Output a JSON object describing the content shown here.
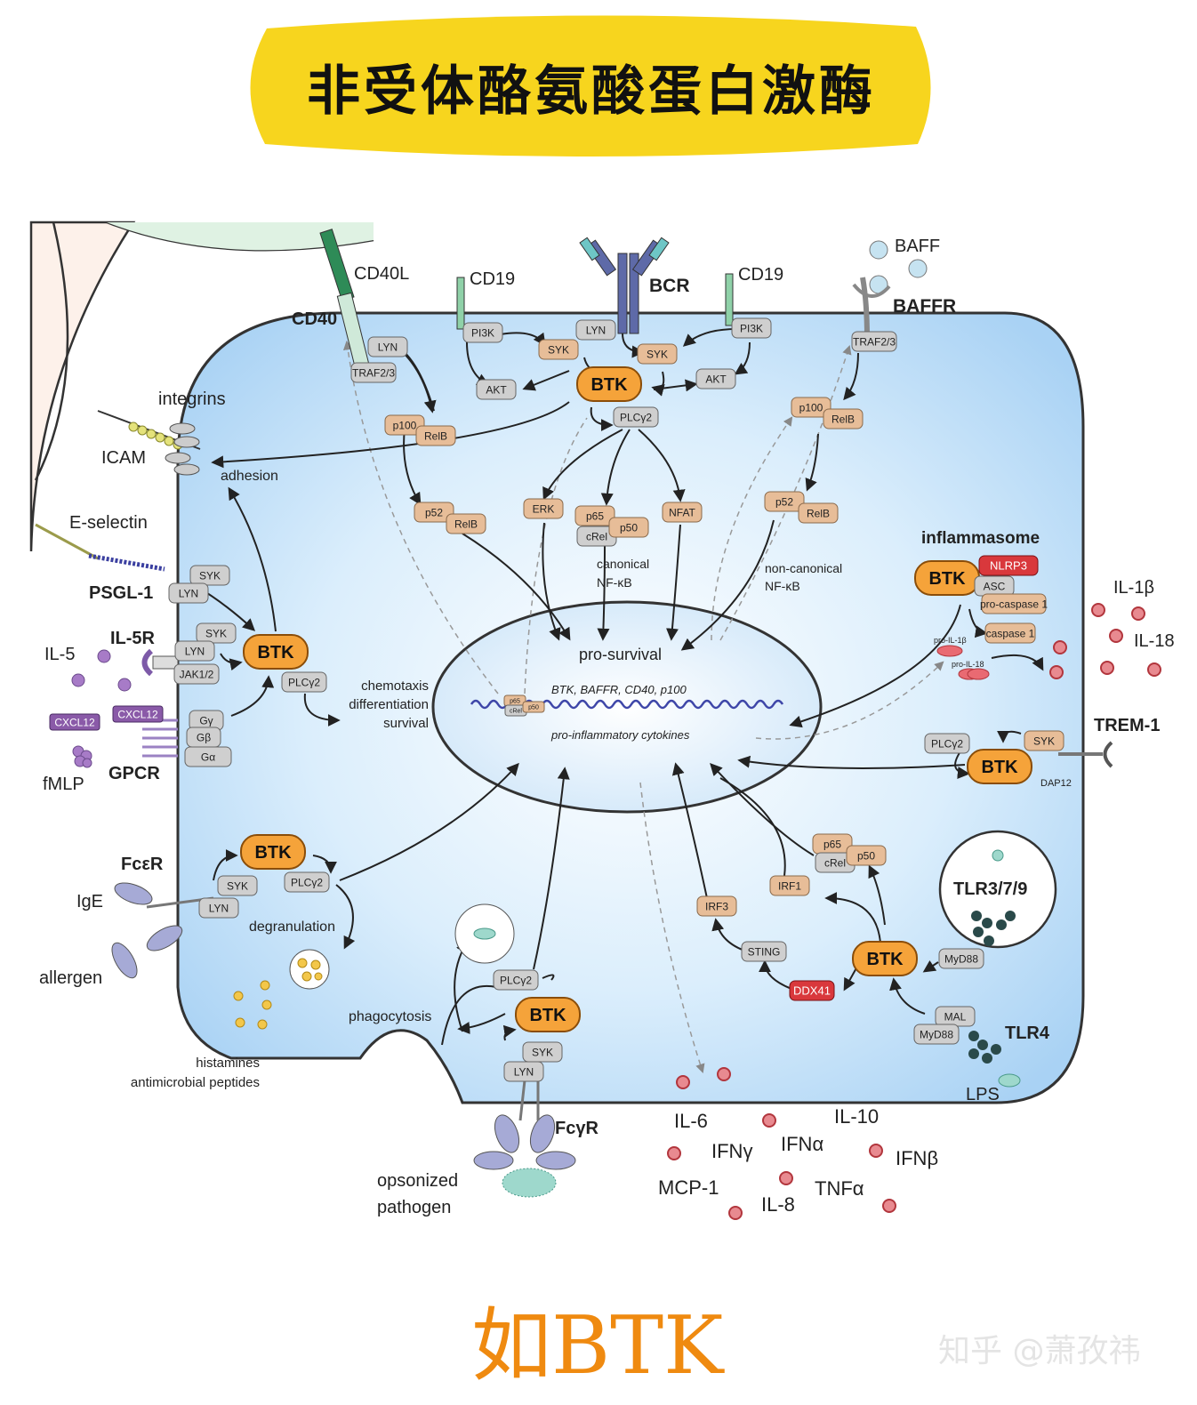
{
  "title": "非受体酪氨酸蛋白激酶",
  "footer_text": "如BTK",
  "watermark": "知乎 @萧孜祎",
  "colors": {
    "banner": "#f7d51e",
    "cell": "#b9dcf7",
    "btk": "#f5a33a",
    "protein": "#e7bd98",
    "kinase_gray": "#cfcfcf",
    "red_protein": "#d9383c",
    "cytokine": "#d9484e",
    "nucleus": "#e9f4fd"
  },
  "labels": {
    "cd40l": "CD40L",
    "cd40": "CD40",
    "cd19_left": "CD19",
    "cd19_right": "CD19",
    "bcr": "BCR",
    "baff": "BAFF",
    "baffr": "BAFFR",
    "integrins": "integrins",
    "icam": "ICAM",
    "adhesion": "adhesion",
    "e_selectin": "E-selectin",
    "psgl1": "PSGL-1",
    "il5r": "IL-5R",
    "il5": "IL-5",
    "cxcl12_out": "CXCL12",
    "cxcl12_in": "CXCL12",
    "fmlp": "fMLP",
    "gpcr": "GPCR",
    "fcer": "FcεR",
    "ige": "IgE",
    "allergen": "allergen",
    "degranulation": "degranulation",
    "histamines": "histamines",
    "antimicrobial": "antimicrobial peptides",
    "phagocytosis": "phagocytosis",
    "fcgr": "FcγR",
    "opsonized1": "opsonized",
    "opsonized2": "pathogen",
    "chemo1": "chemotaxis",
    "chemo2": "differentiation",
    "chemo3": "survival",
    "canonical1": "canonical",
    "canonical2": "NF-κB",
    "noncanonical1": "non-canonical",
    "noncanonical2": "NF-κB",
    "prosurvival": "pro-survival",
    "genes1": "BTK, BAFFR, CD40, p100",
    "genes2": "pro-inflammatory cytokines",
    "inflammasome": "inflammasome",
    "il1b": "IL-1β",
    "il18": "IL-18",
    "trem1": "TREM-1",
    "dap12": "DAP12",
    "tlr379": "TLR3/7/9",
    "tlr4": "TLR4",
    "lps": "LPS",
    "pro_il1b": "pro-IL-1β",
    "pro_il18": "pro-IL-18"
  },
  "nodes": {
    "btk_center": "BTK",
    "btk_left": "BTK",
    "btk_fce": "BTK",
    "btk_fcg": "BTK",
    "btk_trem": "BTK",
    "btk_tlr": "BTK",
    "btk_inflam": "BTK",
    "lyn_cd40": "LYN",
    "traf_cd40": "TRAF2/3",
    "pi3k_l": "PI3K",
    "akt_l": "AKT",
    "syk_l": "SYK",
    "lyn_bcr": "LYN",
    "syk_r": "SYK",
    "pi3k_r": "PI3K",
    "akt_r": "AKT",
    "traf_baffr": "TRAF2/3",
    "plcg2_c": "PLCγ2",
    "p100_l": "p100",
    "relb_l1": "RelB",
    "p52_l": "p52",
    "relb_l2": "RelB",
    "p100_r": "p100",
    "relb_r1": "RelB",
    "p52_r": "p52",
    "relb_r2": "RelB",
    "erk": "ERK",
    "p65": "p65",
    "crel": "cRel",
    "p50": "p50",
    "nfat": "NFAT",
    "syk_psgl": "SYK",
    "lyn_psgl": "LYN",
    "syk_il5": "SYK",
    "lyn_il5": "LYN",
    "jak12": "JAK1/2",
    "plcg2_left": "PLCγ2",
    "gg": "Gγ",
    "gb": "Gβ",
    "ga": "Gα",
    "syk_fce": "SYK",
    "lyn_fce": "LYN",
    "plcg2_fce": "PLCγ2",
    "plcg2_fcg": "PLCγ2",
    "syk_fcg": "SYK",
    "lyn_fcg": "LYN",
    "nlrp3": "NLRP3",
    "asc": "ASC",
    "procasp": "pro-caspase 1",
    "casp1": "caspase 1",
    "plcg2_trem": "PLCγ2",
    "syk_trem": "SYK",
    "p65_b": "p65",
    "crel_b": "cRel",
    "p50_b": "p50",
    "irf1": "IRF1",
    "irf3": "IRF3",
    "sting": "STING",
    "ddx41": "DDX41",
    "myd88_a": "MyD88",
    "mal": "MAL",
    "myd88_b": "MyD88",
    "nuc_p65": "p65",
    "nuc_crel": "cRel",
    "nuc_p50": "p50"
  },
  "cytokines": {
    "il6": "IL-6",
    "ifng": "IFNγ",
    "ifna": "IFNα",
    "il10": "IL-10",
    "ifnb": "IFNβ",
    "mcp1": "MCP-1",
    "il8": "IL-8",
    "tnfa": "TNFα"
  }
}
